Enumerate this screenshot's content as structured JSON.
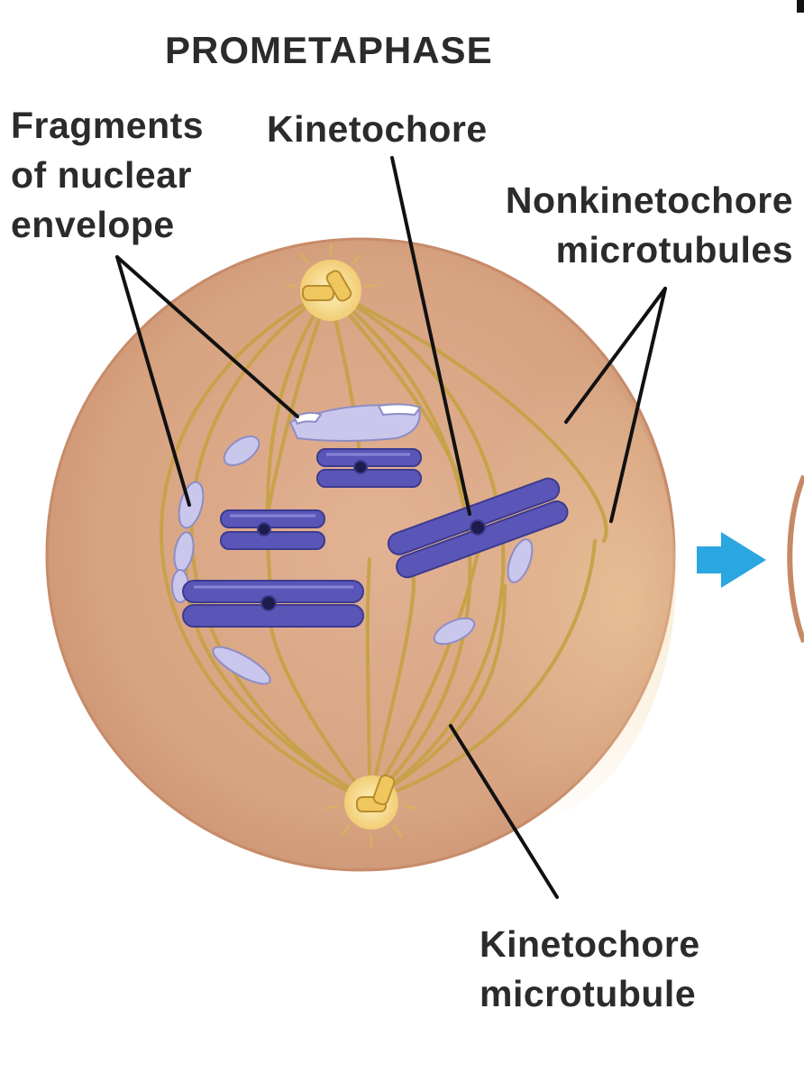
{
  "title": "PROMETAPHASE",
  "labels": {
    "fragments_line1": "Fragments",
    "fragments_line2": "of nuclear",
    "fragments_line3": "envelope",
    "kinetochore": "Kinetochore",
    "nonkinetochore_line1": "Nonkinetochore",
    "nonkinetochore_line2": "microtubules",
    "kinetochore_mt_line1": "Kinetochore",
    "kinetochore_mt_line2": "microtubule"
  },
  "colors": {
    "cell_fill": "#d9a886",
    "cell_edge": "#c98e6c",
    "chromosome": "#5a56b8",
    "chromosome_highlight": "#8c88dd",
    "microtubule": "#c8a24a",
    "centrosome": "#f3d27a",
    "envelope_fragment": "#c9c7ec",
    "arrow": "#2aa6e0",
    "leader_line": "#111111"
  }
}
